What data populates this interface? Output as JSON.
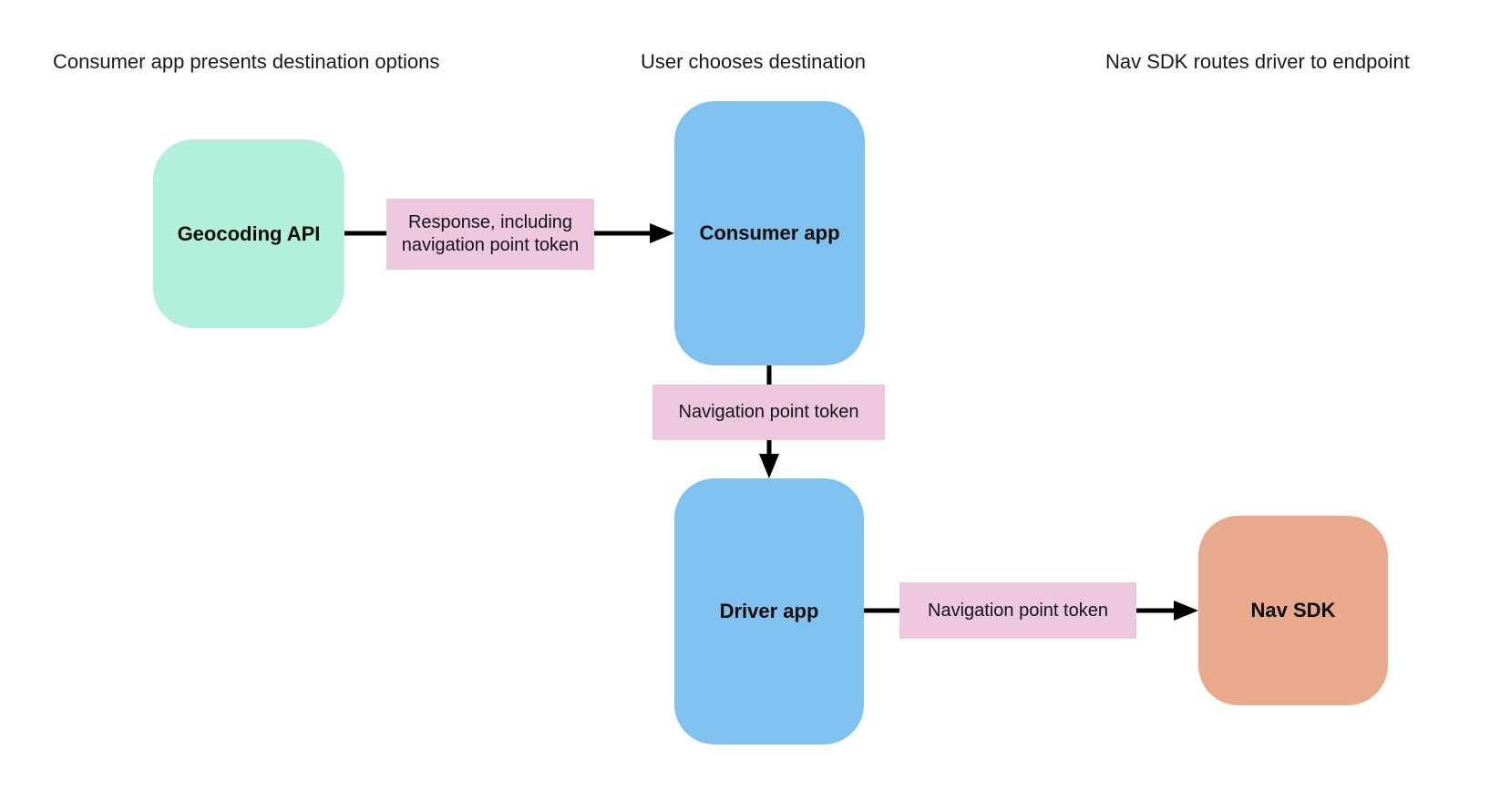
{
  "diagram_title": "",
  "colors": {
    "green": "#b2f0dc",
    "blue": "#7fc1ef",
    "orange": "#e8a98d",
    "pink": "#edc7dd",
    "arrow": "#000000",
    "text": "#1a1a1a",
    "background": "#ffffff"
  },
  "headers": [
    {
      "label": "Consumer app presents destination options"
    },
    {
      "label": "User chooses destination"
    },
    {
      "label": "Nav SDK routes driver to endpoint"
    }
  ],
  "nodes": [
    {
      "id": "geocoding-api",
      "label": "Geocoding API",
      "color": "green"
    },
    {
      "id": "consumer-app",
      "label": "Consumer app",
      "color": "blue"
    },
    {
      "id": "driver-app",
      "label": "Driver app",
      "color": "blue"
    },
    {
      "id": "nav-sdk",
      "label": "Nav SDK",
      "color": "orange"
    }
  ],
  "edges": [
    {
      "from": "geocoding-api",
      "to": "consumer-app",
      "label": "Response, including navigation point token",
      "color": "pink"
    },
    {
      "from": "consumer-app",
      "to": "driver-app",
      "label": "Navigation point token",
      "color": "pink"
    },
    {
      "from": "driver-app",
      "to": "nav-sdk",
      "label": "Navigation point token",
      "color": "pink"
    }
  ]
}
